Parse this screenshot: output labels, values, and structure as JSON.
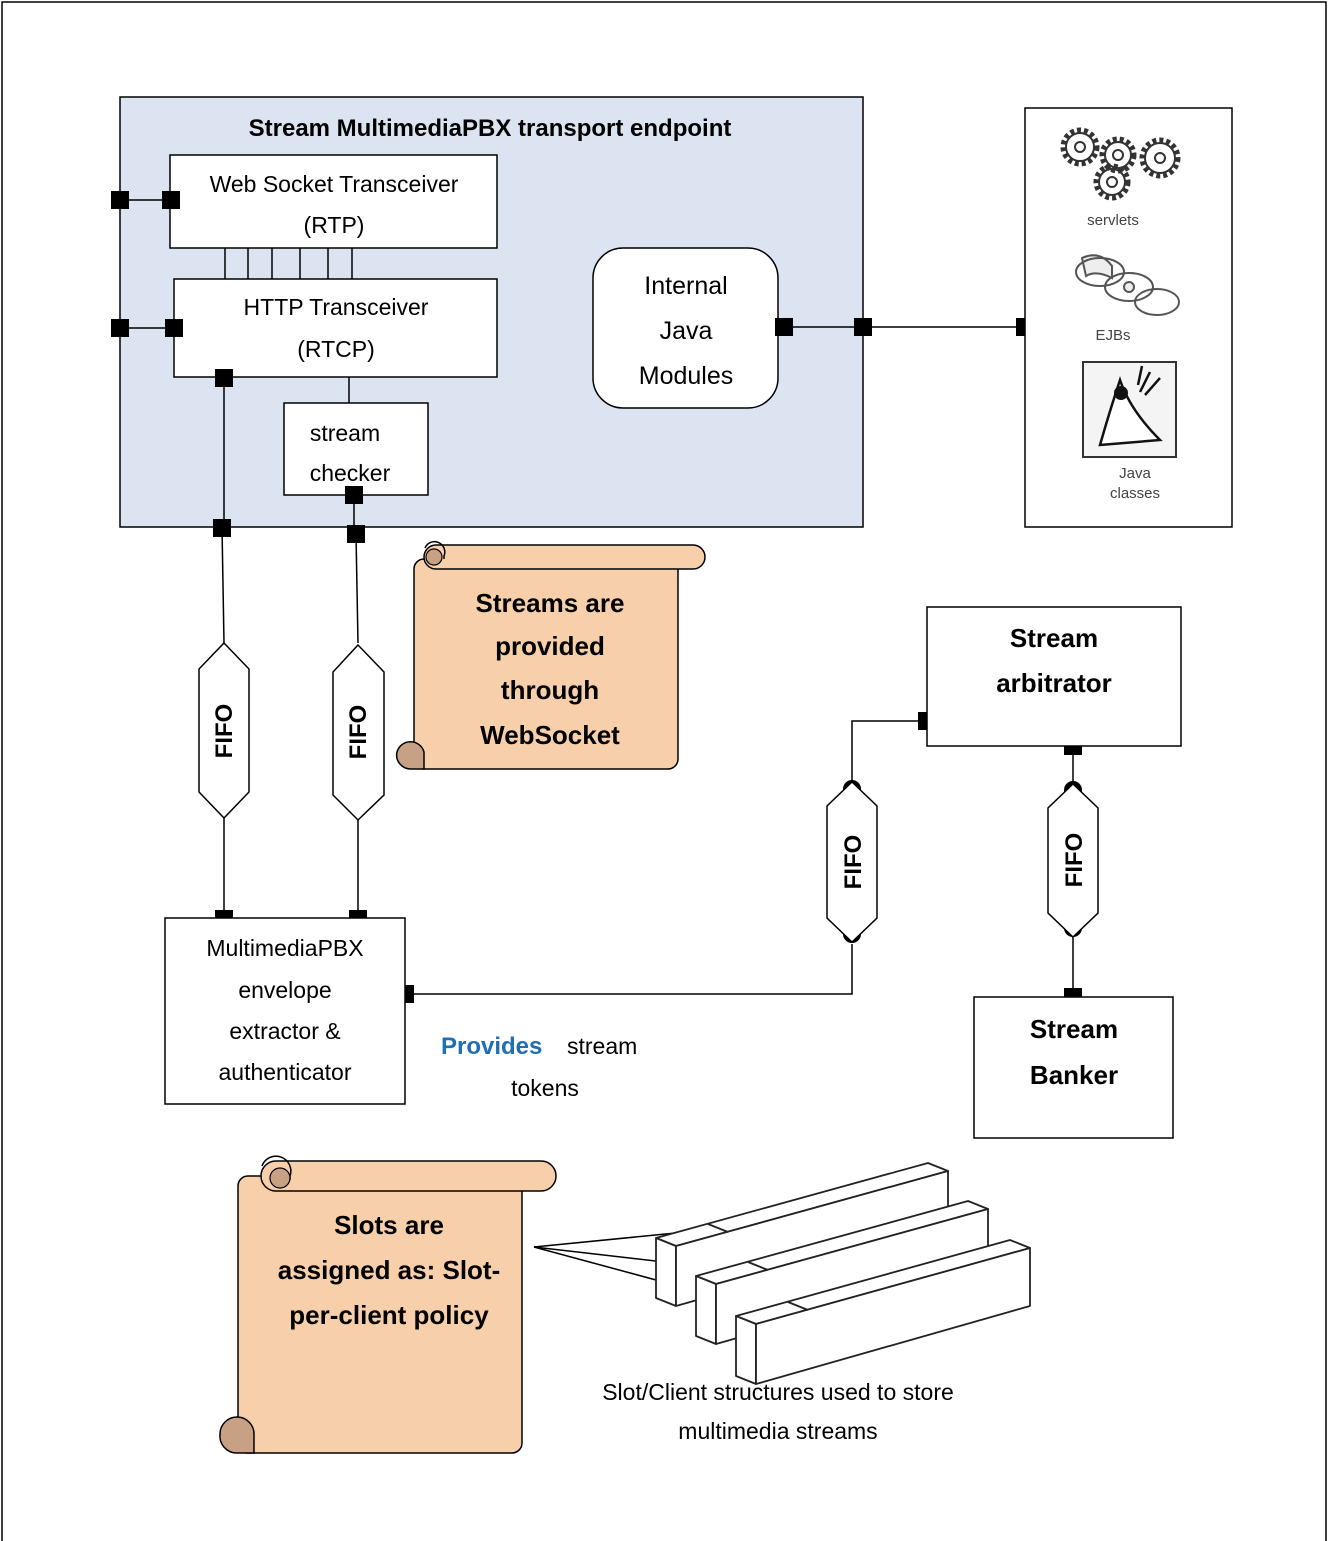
{
  "endpoint": {
    "title": "Stream MultimediaPBX transport endpoint",
    "ws_line1": "Web Socket Transceiver",
    "ws_line2": "(RTP)",
    "http_line1": "HTTP Transceiver",
    "http_line2": "(RTCP)",
    "checker_line1": "stream",
    "checker_line2": "checker",
    "java_line1": "Internal",
    "java_line2": "Java",
    "java_line3": "Modules"
  },
  "container": {
    "servlets": "servlets",
    "ejbs": "EJBs",
    "java_line1": "Java",
    "java_line2": "classes"
  },
  "fifo_label": "FIFO",
  "note_streams": {
    "line1": "Streams are",
    "line2": "provided",
    "line3": "through",
    "line4": "WebSocket"
  },
  "note_slots": {
    "line1": "Slots are",
    "line2": "assigned as: Slot-",
    "line3": "per-client policy"
  },
  "arbitrator": {
    "line1": "Stream",
    "line2": "arbitrator"
  },
  "banker": {
    "line1": "Stream",
    "line2": "Banker"
  },
  "extractor": {
    "line1": "MultimediaPBX",
    "line2": "envelope",
    "line3": "extractor &",
    "line4": "authenticator"
  },
  "provides": {
    "highlight": "Provides",
    "rest": "stream",
    "line2": "tokens"
  },
  "slot_caption": {
    "line1": "Slot/Client structures used to store",
    "line2": "multimedia streams"
  },
  "colors": {
    "endpoint_fill": "#dbe4f0",
    "note_fill": "#f8cfab",
    "note_curl": "#c8a184",
    "highlight": "#1f6fb5"
  }
}
